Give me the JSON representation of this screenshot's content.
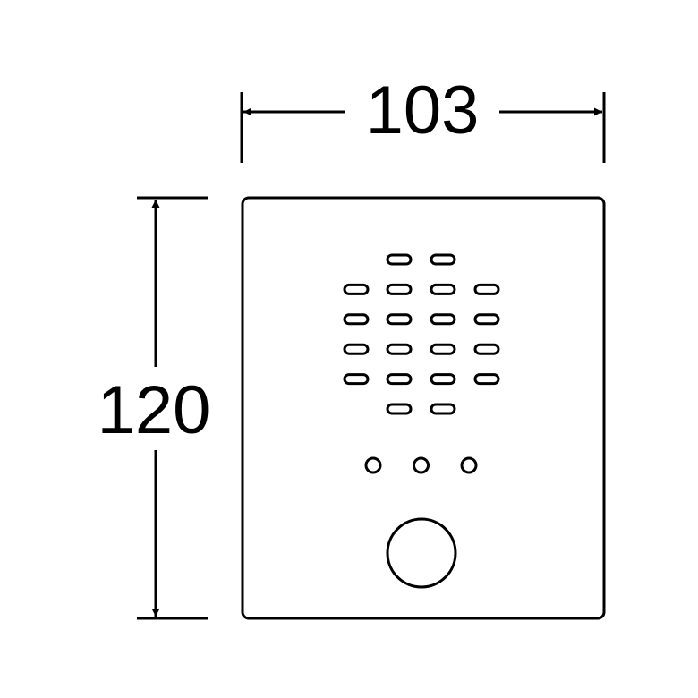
{
  "dimensions": {
    "width_label": "103",
    "height_label": "120"
  },
  "device": {
    "speaker_rows": [
      [
        false,
        true,
        true,
        false
      ],
      [
        true,
        true,
        true,
        true
      ],
      [
        true,
        true,
        true,
        true
      ],
      [
        true,
        true,
        true,
        true
      ],
      [
        true,
        true,
        true,
        true
      ],
      [
        false,
        true,
        true,
        false
      ]
    ],
    "indicator_count": 3,
    "button_count": 1
  },
  "colors": {
    "stroke": "#000000",
    "background": "#ffffff"
  }
}
